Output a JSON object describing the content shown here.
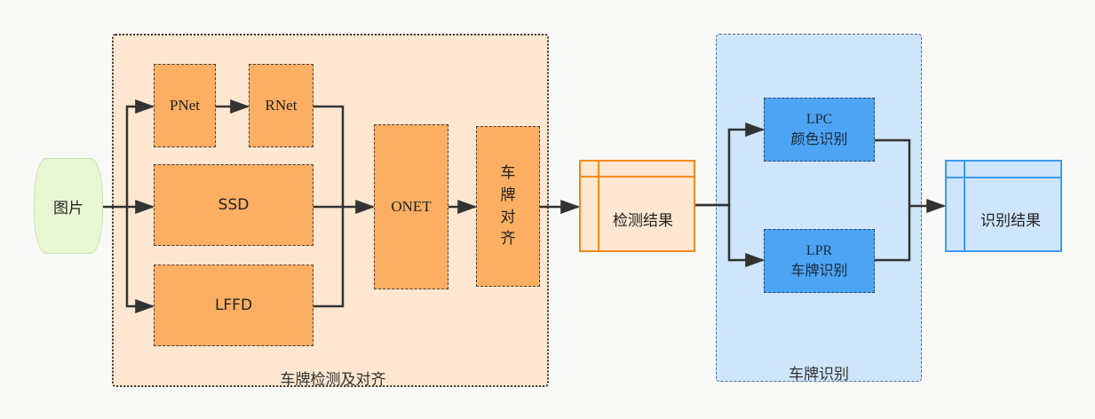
{
  "groups": {
    "detection": {
      "label": "车牌检测及对齐"
    },
    "recognition": {
      "label": "车牌识别"
    }
  },
  "nodes": {
    "input": {
      "label": "图片"
    },
    "pnet": {
      "label": "PNet"
    },
    "rnet": {
      "label": "RNet"
    },
    "ssd": {
      "label": "SSD"
    },
    "lffd": {
      "label": "LFFD"
    },
    "onet": {
      "label": "ONET"
    },
    "align": {
      "label": "车牌对齐",
      "chars": [
        "车",
        "牌",
        "对",
        "齐"
      ]
    },
    "detect_result": {
      "label": "检测结果"
    },
    "lpc": {
      "line1": "LPC",
      "line2": "颜色识别"
    },
    "lpr": {
      "line1": "LPR",
      "line2": "车牌识别"
    },
    "recog_result": {
      "label": "识别结果"
    }
  },
  "colors": {
    "orange_group": "#fde7d1",
    "orange_node": "#fcae62",
    "orange_border": "#f28a1c",
    "blue_group": "#cfe5fb",
    "blue_node": "#4da4f2",
    "blue_border": "#3d9bf0",
    "input_green": "#e8f7d2",
    "edge": "#333333"
  }
}
